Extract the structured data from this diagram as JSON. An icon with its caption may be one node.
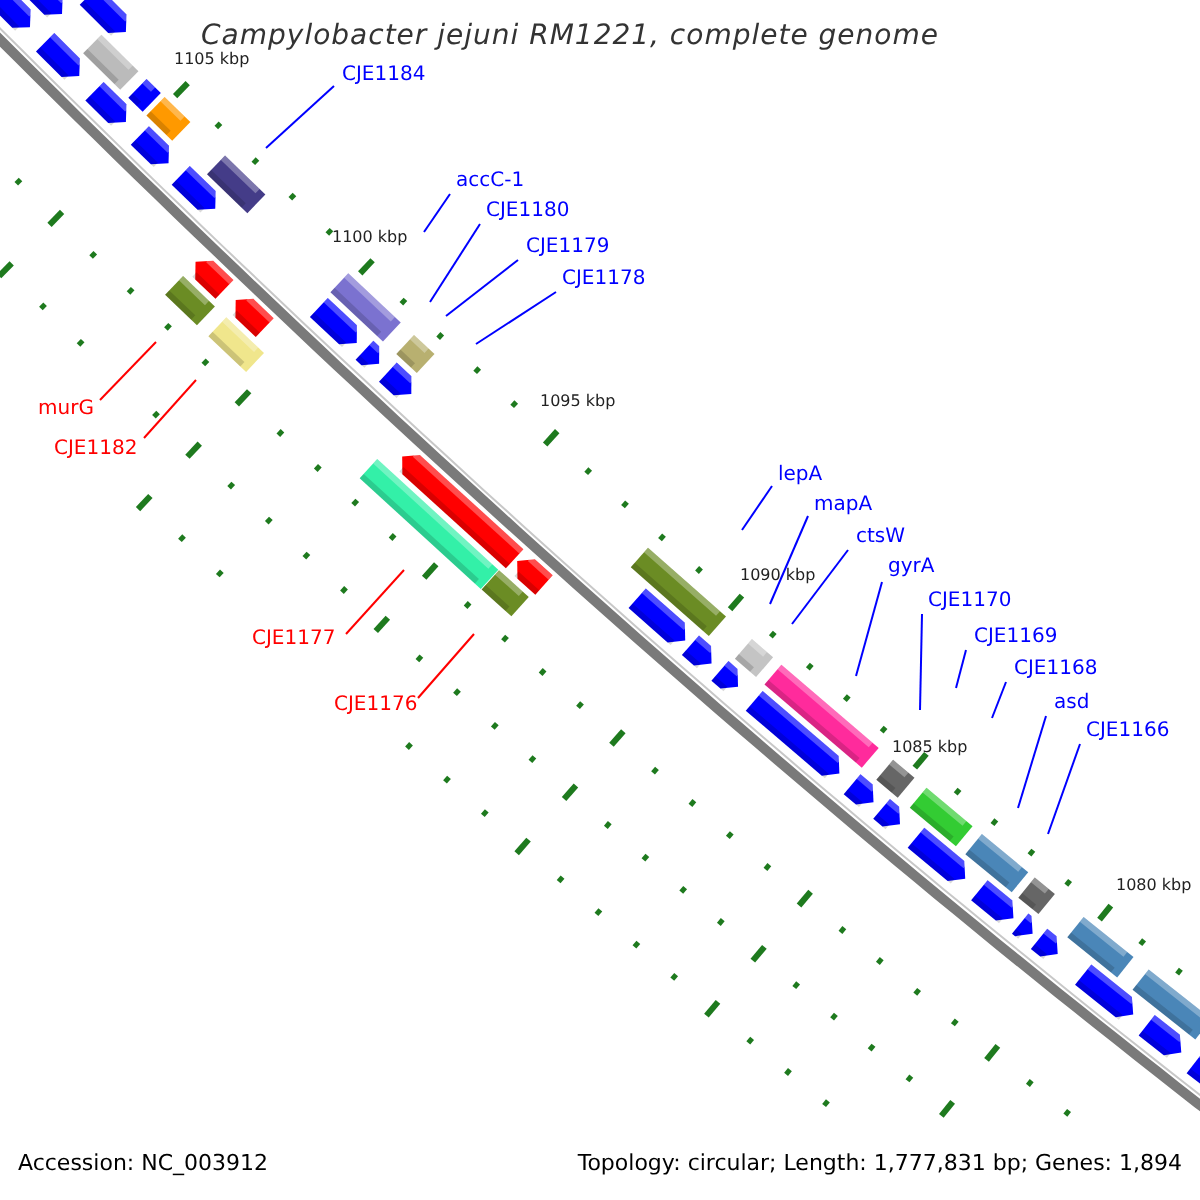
{
  "diagram": {
    "title": "Campylobacter jejuni RM1221, complete genome",
    "nodes": [
      {
        "text": [
          "CJE1184"
        ]
      },
      {
        "text": [
          "accC-1"
        ]
      },
      {
        "text": [
          "CJE1180"
        ]
      },
      {
        "text": [
          "CJE1179"
        ]
      },
      {
        "text": [
          "CJE1178"
        ]
      },
      {
        "text": [
          "murG"
        ]
      },
      {
        "text": [
          "CJE1182"
        ]
      },
      {
        "text": [
          "lepA"
        ]
      },
      {
        "text": [
          "mapA"
        ]
      },
      {
        "text": [
          "ctsW"
        ]
      },
      {
        "text": [
          "gyrA"
        ]
      },
      {
        "text": [
          "CJE1170"
        ]
      },
      {
        "text": [
          "CJE1177"
        ]
      },
      {
        "text": [
          "CJE1169"
        ]
      },
      {
        "text": [
          "CJE1168"
        ]
      },
      {
        "text": [
          "CJE1176"
        ]
      },
      {
        "text": [
          "asd"
        ]
      },
      {
        "text": [
          "CJE1166"
        ]
      }
    ],
    "edges": [
      {
        "from": 0,
        "to": null,
        "arrow": "none"
      },
      {
        "from": 1,
        "to": null,
        "arrow": "none"
      },
      {
        "from": 2,
        "to": null,
        "arrow": "none"
      },
      {
        "from": 3,
        "to": null,
        "arrow": "none"
      },
      {
        "from": 4,
        "to": null,
        "arrow": "none"
      },
      {
        "from": 5,
        "to": null,
        "arrow": "none",
        "color": "#ff0000"
      },
      {
        "from": 6,
        "to": null,
        "arrow": "none",
        "color": "#ff0000"
      },
      {
        "from": 7,
        "to": null,
        "arrow": "none"
      },
      {
        "from": 8,
        "to": null,
        "arrow": "none"
      },
      {
        "from": 9,
        "to": null,
        "arrow": "none"
      },
      {
        "from": 10,
        "to": null,
        "arrow": "none"
      },
      {
        "from": 11,
        "to": null,
        "arrow": "none"
      },
      {
        "from": 12,
        "to": null,
        "arrow": "none",
        "color": "#ff0000"
      },
      {
        "from": 13,
        "to": null,
        "arrow": "none"
      },
      {
        "from": 14,
        "to": null,
        "arrow": "none"
      },
      {
        "from": 15,
        "to": null,
        "arrow": "none",
        "color": "#ff0000"
      },
      {
        "from": 16,
        "to": null,
        "arrow": "none"
      },
      {
        "from": 17,
        "to": null,
        "arrow": "none"
      }
    ],
    "labels": [
      "1105 kbp",
      "1100 kbp",
      "1095 kbp",
      "1090 kbp",
      "1085 kbp",
      "1080 kbp",
      "Accession: NC_003912",
      "Topology: circular; Length: 1,777,831 bp; Genes: 1,894"
    ]
  }
}
